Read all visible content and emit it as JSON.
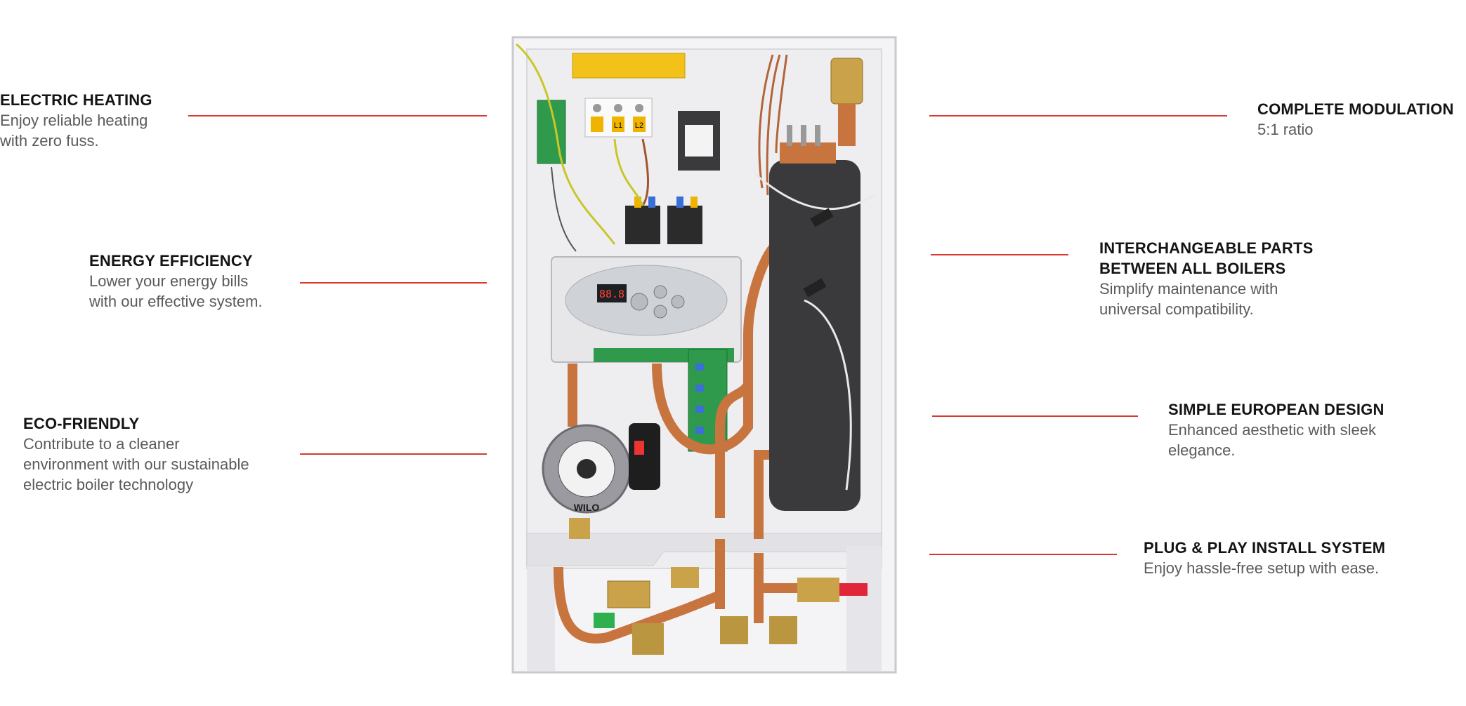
{
  "features_left": [
    {
      "title": "ELECTRIC HEATING",
      "desc": [
        "Enjoy reliable heating",
        "with zero fuss."
      ]
    },
    {
      "title": "ENERGY EFFICIENCY",
      "desc": [
        "Lower your energy bills",
        "with our effective system."
      ]
    },
    {
      "title": "ECO-FRIENDLY",
      "desc": [
        "Contribute to a cleaner",
        "environment with our sustainable",
        "electric boiler technology"
      ]
    }
  ],
  "features_right": [
    {
      "title": [
        "COMPLETE MODULATION"
      ],
      "desc": [
        "5:1 ratio"
      ]
    },
    {
      "title": [
        "INTERCHANGEABLE PARTS",
        "BETWEEN ALL BOILERS"
      ],
      "desc": [
        "Simplify maintenance with",
        "universal compatibility."
      ]
    },
    {
      "title": [
        "SIMPLE EUROPEAN DESIGN"
      ],
      "desc": [
        "Enhanced aesthetic with sleek",
        "elegance."
      ]
    },
    {
      "title": [
        "PLUG & PLAY INSTALL SYSTEM"
      ],
      "desc": [
        "Enjoy hassle-free setup with ease."
      ]
    }
  ],
  "product": {
    "terminal_labels": [
      "L1",
      "L2"
    ],
    "display_value": "88.8",
    "pump_brand": "WILO"
  },
  "colors": {
    "accent_line": "#d83a2e",
    "title": "#141414",
    "desc": "#5a5a5a"
  }
}
